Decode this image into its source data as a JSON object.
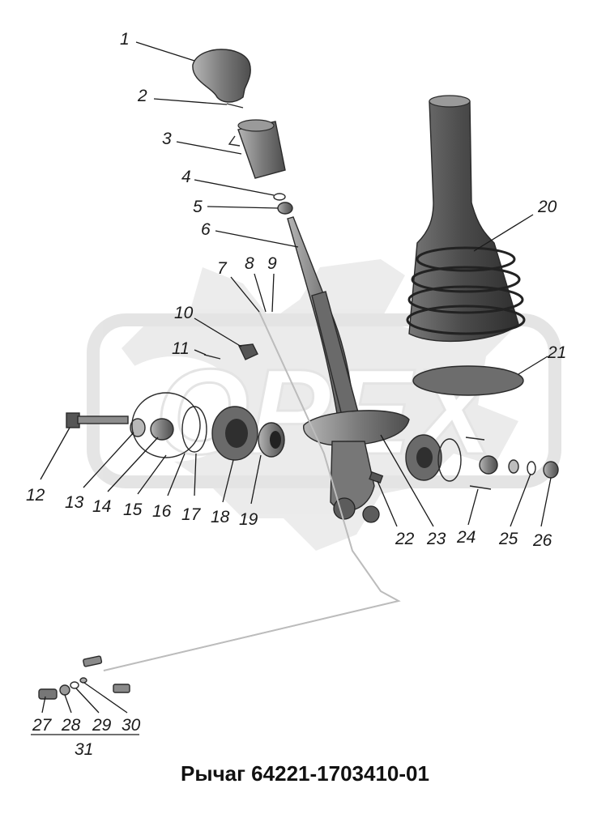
{
  "title": "Рычаг 64221-1703410-01",
  "watermark": "OPEX",
  "callouts": [
    "1",
    "2",
    "3",
    "4",
    "5",
    "6",
    "7",
    "8",
    "9",
    "10",
    "11",
    "12",
    "13",
    "14",
    "15",
    "16",
    "17",
    "18",
    "19",
    "20",
    "21",
    "22",
    "23",
    "24",
    "25",
    "26",
    "27",
    "28",
    "29",
    "30",
    "31"
  ],
  "colors": {
    "ink": "#1a1a1a",
    "part_fill": "#8a8a8a",
    "part_dark": "#5a5a5a",
    "watermark": "#d6d6d6"
  }
}
